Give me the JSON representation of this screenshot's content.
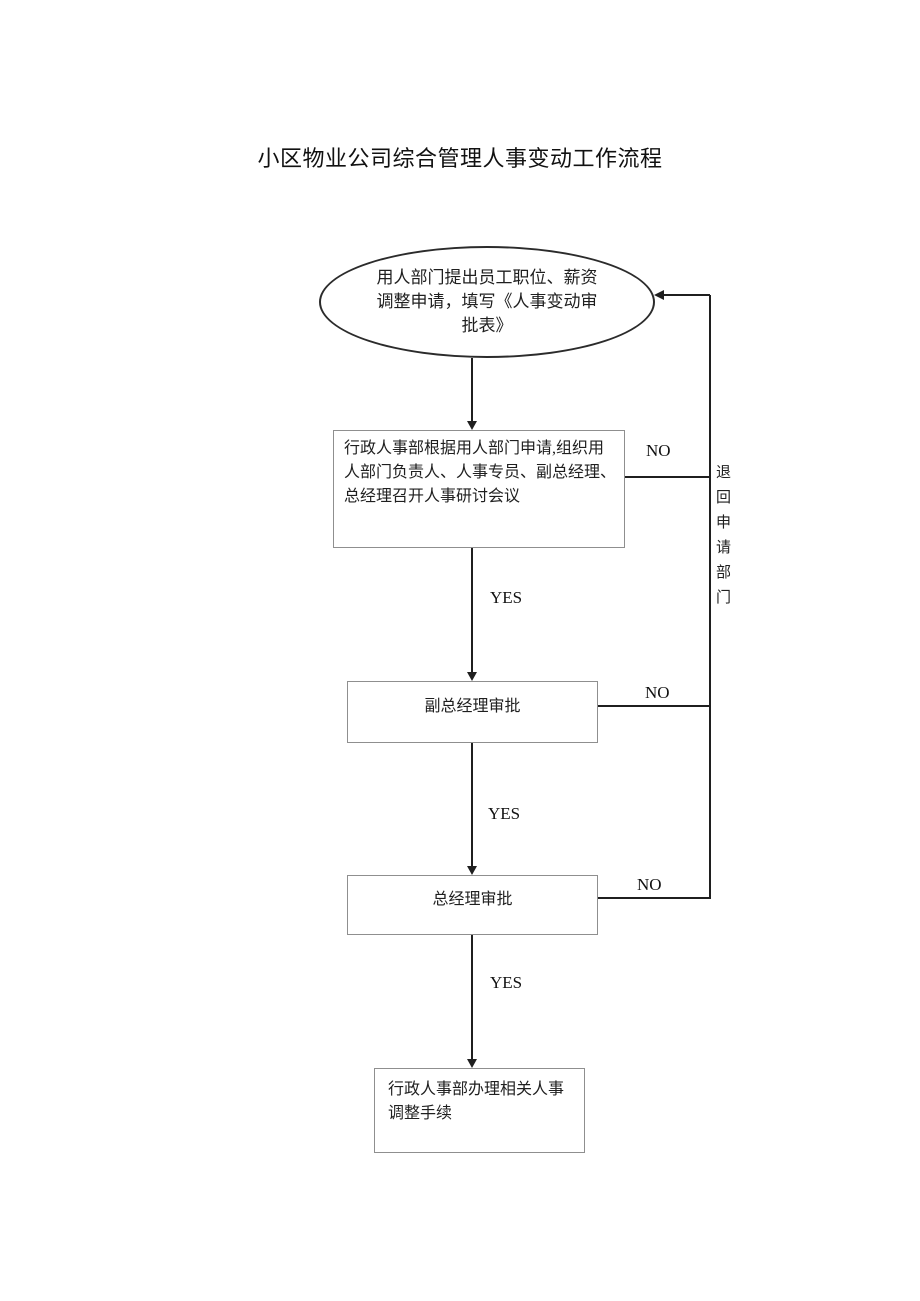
{
  "document": {
    "title": "小区物业公司综合管理人事变动工作流程"
  },
  "flowchart": {
    "start_node": "用人部门提出员工职位、薪资调整申请，填写《人事变动审批表》",
    "process_nodes": [
      "行政人事部根据用人部门申请,组织用人部门负责人、人事专员、副总经理、总经理召开人事研讨会议",
      "副总经理审批",
      "总经理审批",
      "行政人事部办理相关人事调整手续"
    ],
    "edge_labels": {
      "yes_1": "YES",
      "yes_2": "YES",
      "yes_3": "YES",
      "no_1": "NO",
      "no_2": "NO",
      "no_3": "NO",
      "return_label": "退回申请部门"
    },
    "colors": {
      "ink": "#1f1f1f",
      "box_border": "#8f8f8f"
    }
  }
}
